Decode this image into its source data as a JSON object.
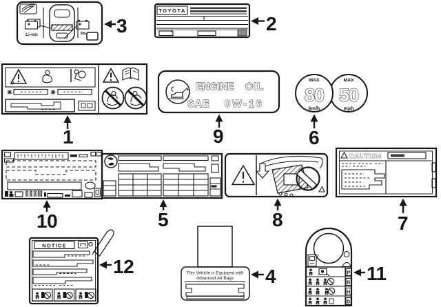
{
  "figure": {
    "type": "vehicle-information-labels-parts-diagram",
    "background": "#ffffff",
    "ink": "#181818"
  },
  "callouts": [
    "1",
    "2",
    "3",
    "4",
    "5",
    "6",
    "7",
    "8",
    "9",
    "10",
    "11",
    "12"
  ],
  "labels": {
    "airbag_caution": {
      "callout": "1"
    },
    "certification": {
      "callout": "2",
      "brand": "TOYOTA"
    },
    "hybrid_battery": {
      "callout": "3",
      "battery_left": "Li-ion",
      "battery_right": "Pb"
    },
    "visor_airbag": {
      "callout": "4",
      "line1": "This Vehicle is Equipped with",
      "line2": "Advanced Air Bags"
    },
    "tire_pressure": {
      "callout": "5"
    },
    "spare_tire_speed": {
      "callout": "6",
      "max_left": "MAX",
      "value_left": "80",
      "unit_left": "km/h",
      "max_right": "MAX",
      "value_right": "50",
      "unit_right": "mph"
    },
    "caution_panel": {
      "callout": "7",
      "title": "CAUTION"
    },
    "load_caution": {
      "callout": "8"
    },
    "engine_oil": {
      "callout": "9",
      "word1": "ENGINE",
      "word2": "OIL",
      "word3": "SAE",
      "word4": "0W-16"
    },
    "emission": {
      "callout": "10"
    },
    "hang_tag": {
      "callout": "11",
      "row_letters": [
        "P",
        "B",
        "H",
        "D"
      ]
    },
    "notice": {
      "callout": "12",
      "title": "NOTICE"
    }
  }
}
